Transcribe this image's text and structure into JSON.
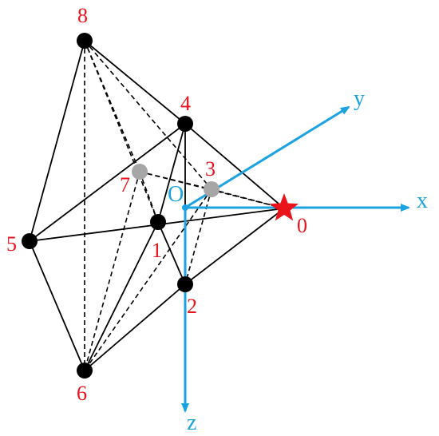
{
  "colors": {
    "edge": "#000000",
    "node_front": "#000000",
    "node_hidden": "#a6a6a6",
    "node_label": "#e8131b",
    "axis": "#1aa3e0",
    "star": "#e8131b"
  },
  "nodes": [
    {
      "id": "0",
      "label": "0",
      "kind": "star"
    },
    {
      "id": "1",
      "label": "1",
      "kind": "front"
    },
    {
      "id": "2",
      "label": "2",
      "kind": "front"
    },
    {
      "id": "3",
      "label": "3",
      "kind": "hidden"
    },
    {
      "id": "4",
      "label": "4",
      "kind": "front"
    },
    {
      "id": "5",
      "label": "5",
      "kind": "front"
    },
    {
      "id": "6",
      "label": "6",
      "kind": "front"
    },
    {
      "id": "7",
      "label": "7",
      "kind": "hidden"
    },
    {
      "id": "8",
      "label": "8",
      "kind": "front"
    }
  ],
  "solid_edges": [
    [
      "8",
      "5"
    ],
    [
      "8",
      "4"
    ],
    [
      "4",
      "5"
    ],
    [
      "4",
      "1"
    ],
    [
      "4",
      "2"
    ],
    [
      "4",
      "0"
    ],
    [
      "5",
      "0"
    ],
    [
      "5",
      "6"
    ],
    [
      "6",
      "1"
    ],
    [
      "6",
      "2"
    ],
    [
      "1",
      "2"
    ],
    [
      "2",
      "0"
    ]
  ],
  "dashed_edges": [
    [
      "8",
      "7"
    ],
    [
      "8",
      "3"
    ],
    [
      "8",
      "1"
    ],
    [
      "8",
      "6"
    ],
    [
      "7",
      "1"
    ],
    [
      "7",
      "3"
    ],
    [
      "7",
      "0"
    ],
    [
      "7",
      "6"
    ],
    [
      "3",
      "0"
    ],
    [
      "3",
      "2"
    ],
    [
      "3",
      "6"
    ]
  ],
  "axes": {
    "origin_label": "O",
    "x_label": "x",
    "y_label": "y",
    "z_label": "z"
  }
}
